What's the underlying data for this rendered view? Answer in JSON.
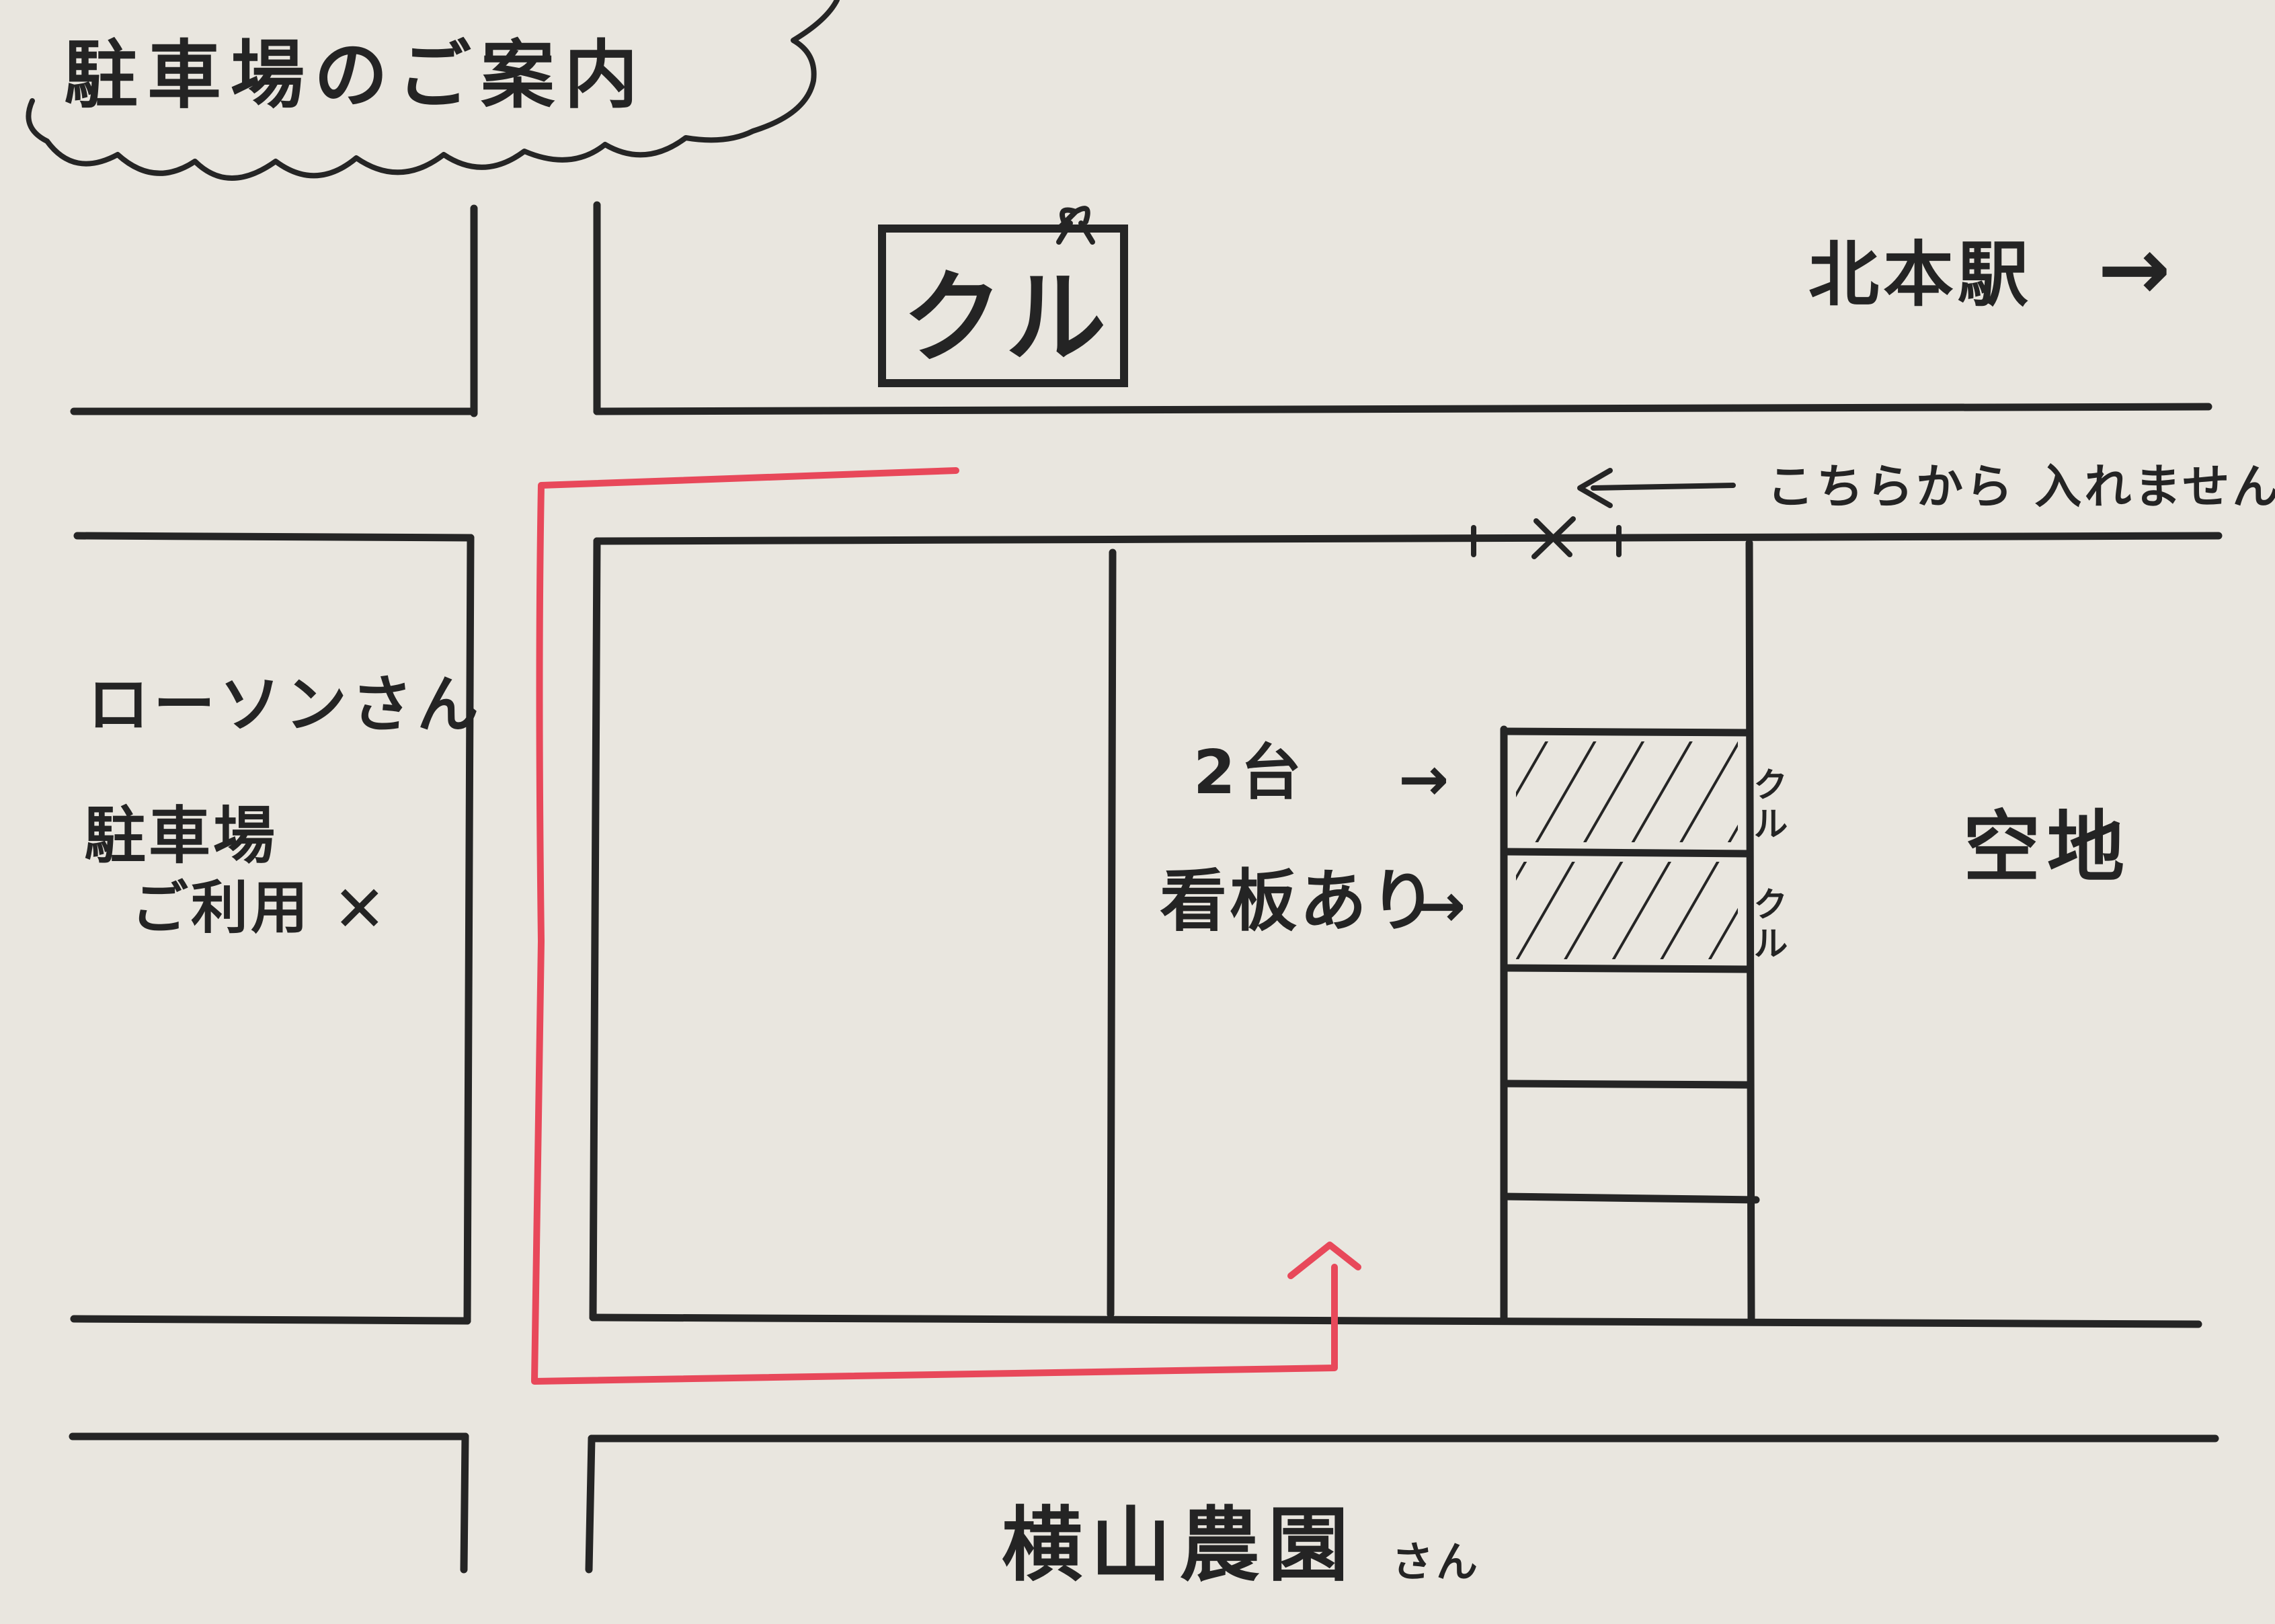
{
  "title": "駐車場のご案内",
  "shop_sign": "クル",
  "station": {
    "label": "北本駅",
    "arrow": "→"
  },
  "no_entry_note": "こちらから 入れません",
  "neighbors": {
    "lawson": "ローソンさん",
    "lawson_parking_line1": "駐車場",
    "lawson_parking_line2": "ご利用",
    "lawson_parking_mark": "✕",
    "farm": "横山農園",
    "farm_suffix": "さん"
  },
  "parking": {
    "count_label": "2台",
    "signboard_label": "看板あり",
    "arrow": "→",
    "slot_owner": "クル",
    "reserved_slots": 2
  },
  "vacant_lot": "空地",
  "colors": {
    "paper": "#e9e6df",
    "ink": "#252525",
    "route": "#e8485a"
  }
}
